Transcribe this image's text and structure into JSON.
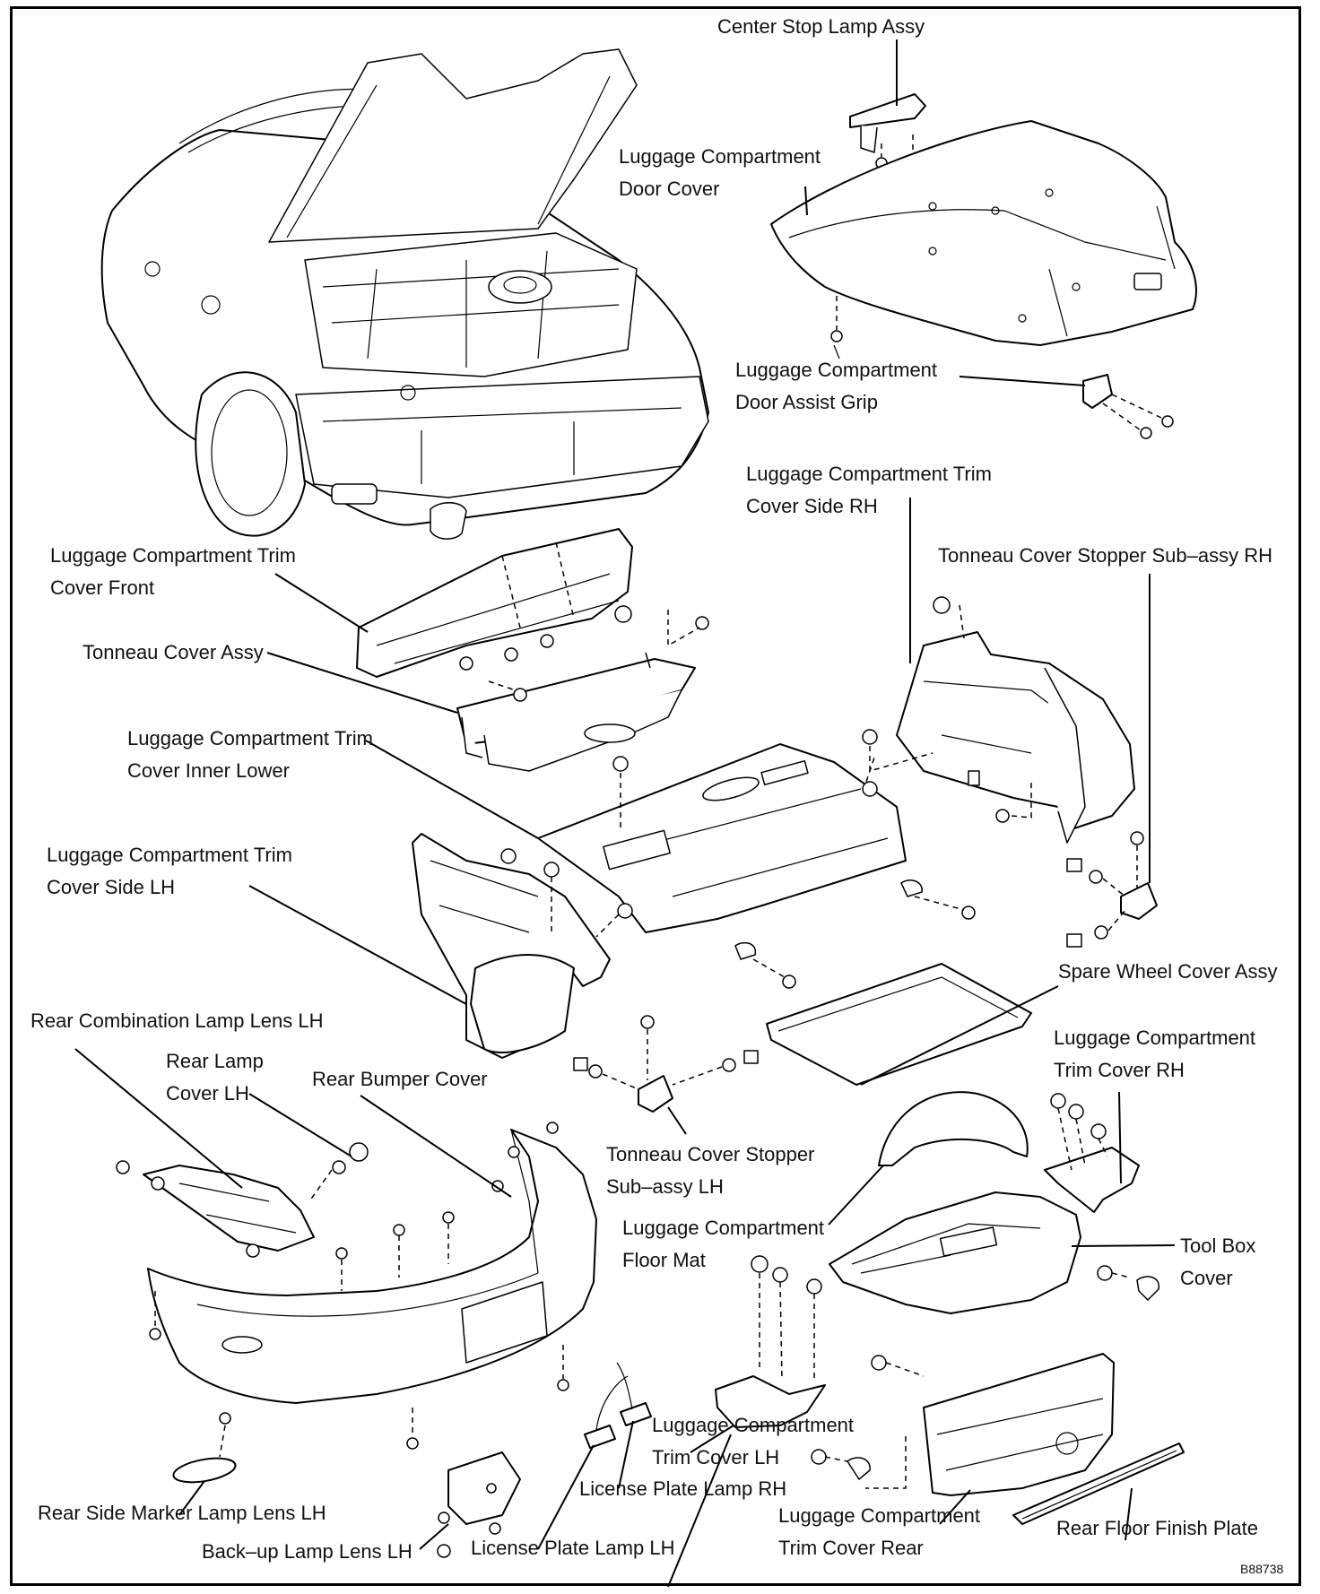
{
  "figure_id": "B88738",
  "labels": {
    "center_stop_lamp": [
      "Center Stop Lamp Assy"
    ],
    "door_cover": [
      "Luggage Compartment",
      "Door Cover"
    ],
    "door_assist_grip": [
      "Luggage Compartment",
      "Door Assist Grip"
    ],
    "trim_side_rh": [
      "Luggage Compartment Trim",
      "Cover Side RH"
    ],
    "tonneau_stopper_rh": [
      "Tonneau Cover Stopper Sub–assy RH"
    ],
    "trim_front": [
      "Luggage Compartment Trim",
      "Cover Front"
    ],
    "tonneau_cover": [
      "Tonneau Cover Assy"
    ],
    "trim_inner_lower": [
      "Luggage Compartment Trim",
      "Cover Inner Lower"
    ],
    "trim_side_lh": [
      "Luggage Compartment Trim",
      "Cover Side LH"
    ],
    "spare_wheel_cover": [
      "Spare Wheel Cover Assy"
    ],
    "rear_comb_lamp_lens": [
      "Rear Combination Lamp Lens LH"
    ],
    "rear_lamp_cover": [
      "Rear Lamp",
      "Cover LH"
    ],
    "rear_bumper_cover": [
      "Rear Bumper Cover"
    ],
    "trim_cover_rh": [
      "Luggage Compartment",
      "Trim Cover RH"
    ],
    "tonneau_stopper_lh": [
      "Tonneau Cover Stopper",
      "Sub–assy LH"
    ],
    "floor_mat": [
      "Luggage Compartment",
      "Floor Mat"
    ],
    "tool_box_cover": [
      "Tool Box",
      "Cover"
    ],
    "trim_cover_lh": [
      "Luggage Compartment",
      "Trim Cover LH"
    ],
    "license_lamp_rh": [
      "License Plate Lamp RH"
    ],
    "side_marker": [
      "Rear Side Marker Lamp Lens LH"
    ],
    "trim_cover_rear": [
      "Luggage Compartment",
      "Trim Cover Rear"
    ],
    "rear_floor_plate": [
      "Rear Floor Finish Plate"
    ],
    "backup_lamp": [
      "Back–up Lamp Lens LH"
    ],
    "license_lamp_lh": [
      "License Plate Lamp LH"
    ]
  }
}
